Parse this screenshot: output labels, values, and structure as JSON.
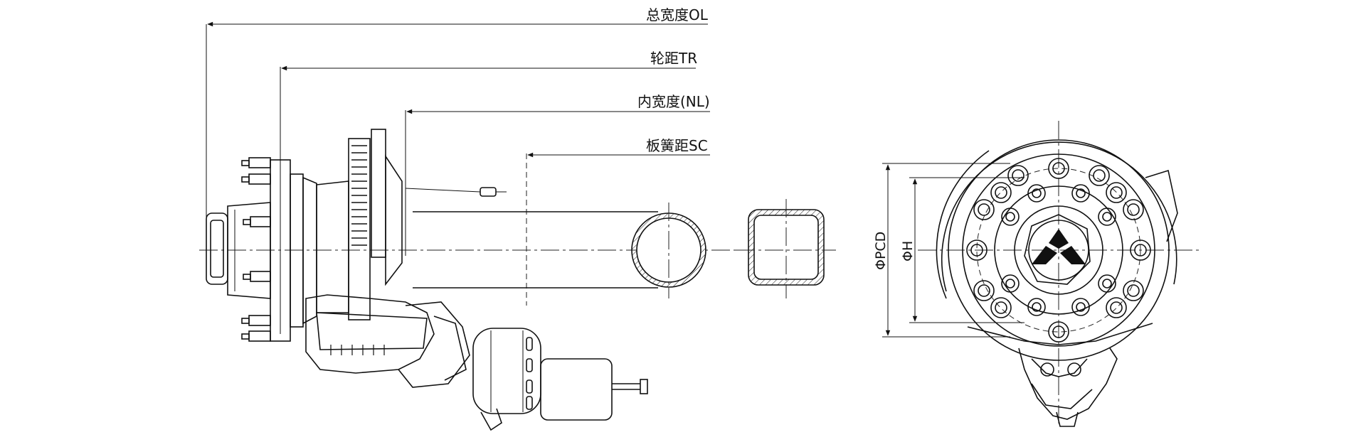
{
  "dimensions": {
    "ol": "总宽度OL",
    "tr": "轮距TR",
    "nl": "内宽度(NL)",
    "sc": "板簧距SC"
  },
  "hub_dimensions": {
    "pcd": "ΦPCD",
    "h": "ΦH"
  }
}
